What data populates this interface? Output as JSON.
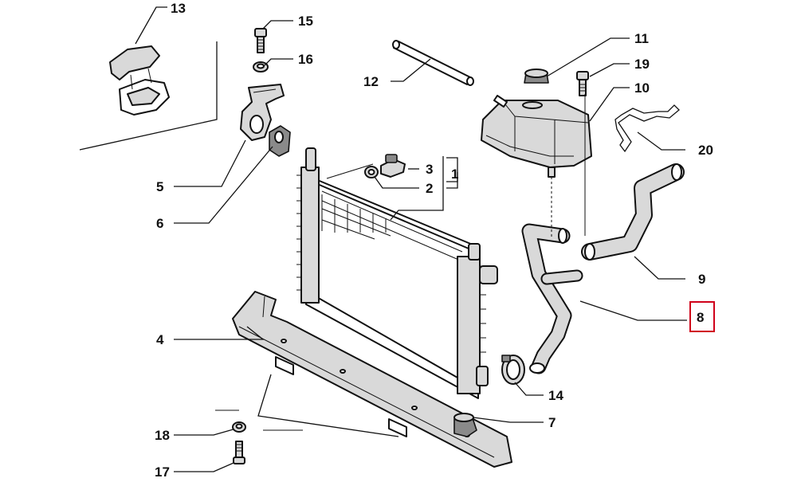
{
  "labels": {
    "n1": "1",
    "n2": "2",
    "n3": "3",
    "n4": "4",
    "n5": "5",
    "n6": "6",
    "n7": "7",
    "n8": "8",
    "n9": "9",
    "n10": "10",
    "n11": "11",
    "n12": "12",
    "n13": "13",
    "n14": "14",
    "n15": "15",
    "n16": "16",
    "n17": "17",
    "n18": "18",
    "n19": "19",
    "n20": "20"
  },
  "highlighted_label": "8",
  "colors": {
    "highlight": "#d0021b",
    "line": "#111111",
    "part_fill": "#d9d9d9"
  }
}
